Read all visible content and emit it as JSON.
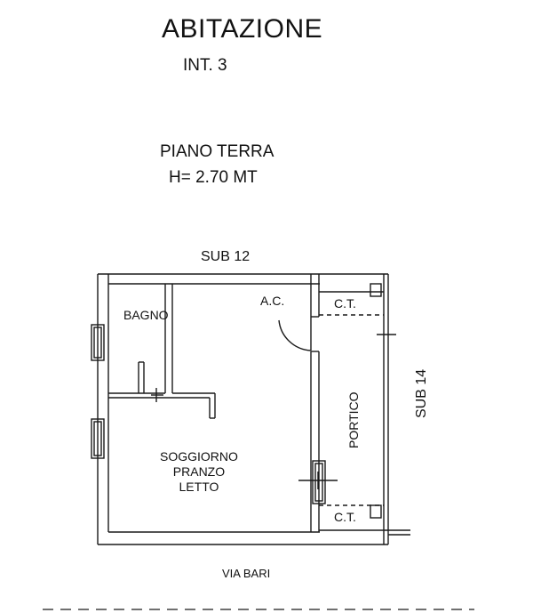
{
  "header": {
    "title": "ABITAZIONE",
    "unit": "INT. 3",
    "floor": "PIANO TERRA",
    "height": "H= 2.70 MT"
  },
  "neighbors": {
    "top": "SUB 12",
    "right": "SUB 14"
  },
  "street": "VIA BARI",
  "rooms": {
    "bagno": "BAGNO",
    "ac": "A.C.",
    "ct_top": "C.T.",
    "ct_bottom": "C.T.",
    "portico": "PORTICO",
    "living": [
      "SOGGIORNO",
      "PRANZO",
      "LETTO"
    ]
  },
  "colors": {
    "line": "#1a1a1a",
    "paper": "#ffffff"
  }
}
